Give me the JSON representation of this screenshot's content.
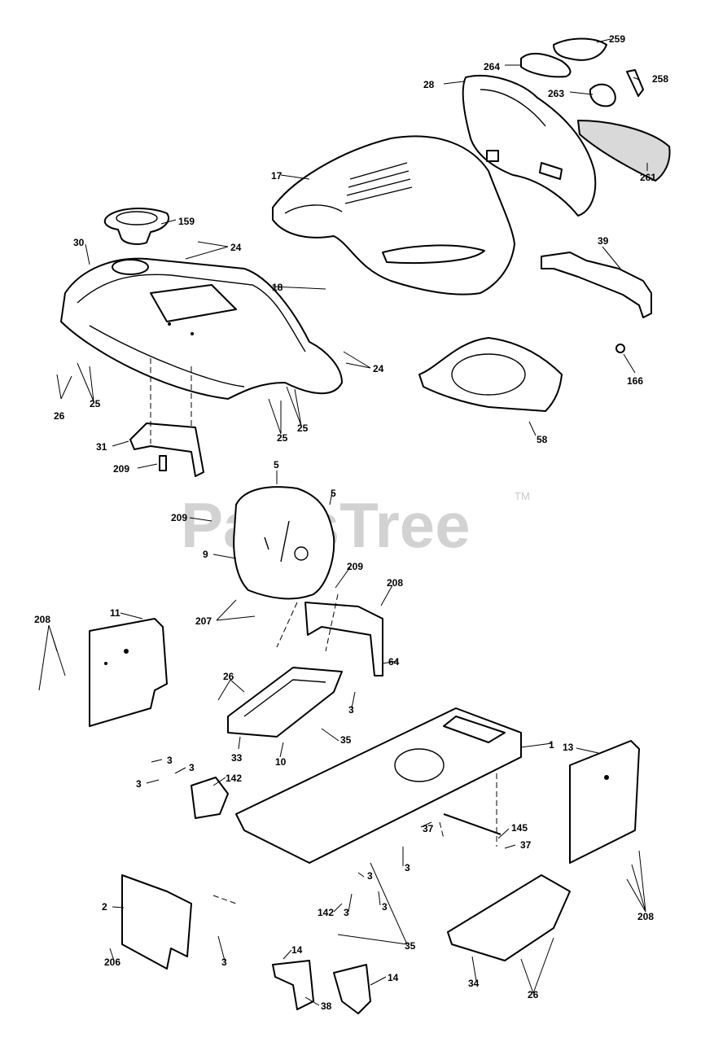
{
  "watermark": {
    "text": "PartsTree",
    "mark": "TM"
  },
  "callouts": [
    "1",
    "2",
    "3",
    "5",
    "9",
    "10",
    "11",
    "13",
    "14",
    "17",
    "18",
    "24",
    "25",
    "26",
    "28",
    "30",
    "31",
    "33",
    "34",
    "35",
    "37",
    "38",
    "39",
    "58",
    "64",
    "142",
    "145",
    "159",
    "166",
    "206",
    "207",
    "208",
    "209",
    "258",
    "259",
    "261",
    "263",
    "264"
  ]
}
